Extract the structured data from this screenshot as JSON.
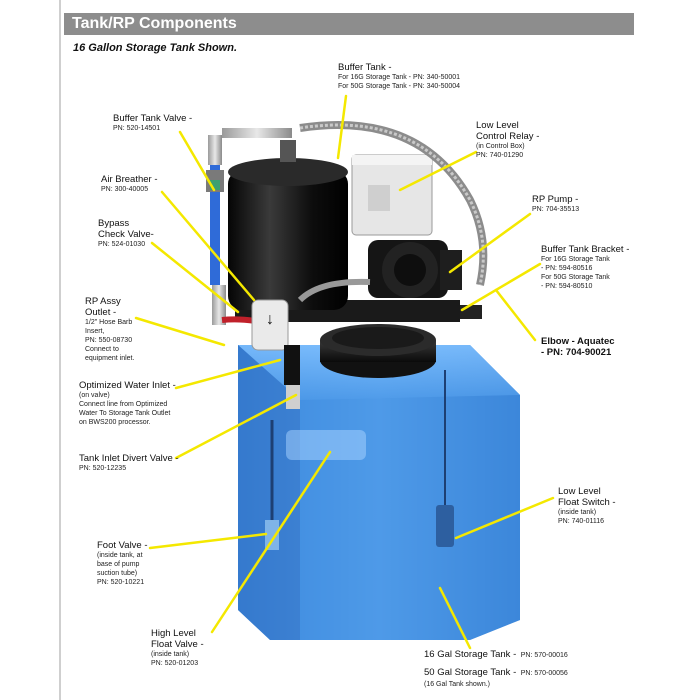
{
  "header": {
    "title": "Tank/RP Components"
  },
  "subtitle": "16 Gallon Storage Tank Shown.",
  "labels": {
    "buffer_tank": {
      "title": "Buffer Tank -",
      "lines": [
        "For 16G Storage Tank - PN: 340-50001",
        "For 50G Storage Tank - PN: 340-50004"
      ]
    },
    "buffer_tank_valve": {
      "title": "Buffer Tank Valve -",
      "lines": [
        "PN: 520-14501"
      ]
    },
    "low_level_control_relay": {
      "title1": "Low Level",
      "title2": "Control Relay -",
      "lines": [
        "(in Control Box)",
        "PN: 740-01290"
      ]
    },
    "air_breather": {
      "title": "Air Breather -",
      "lines": [
        "PN: 300-40005"
      ]
    },
    "rp_pump": {
      "title": "RP Pump -",
      "lines": [
        "PN: 704-35513"
      ]
    },
    "bypass_check_valve": {
      "title1": "Bypass",
      "title2": "Check Valve-",
      "lines": [
        "PN: 524-01030"
      ]
    },
    "buffer_tank_bracket": {
      "title": "Buffer Tank Bracket -",
      "lines": [
        "For 16G Storage Tank",
        "- PN: 594-80516",
        "For 50G Storage Tank",
        "- PN: 594-80510"
      ]
    },
    "rp_assy_outlet": {
      "title1": "RP Assy",
      "title2": "Outlet -",
      "lines": [
        "1/2\" Hose Barb",
        "Insert,",
        "PN: 550-08730",
        "Connect to",
        "equipment inlet."
      ]
    },
    "elbow_aquatec": {
      "title1": "Elbow - Aquatec",
      "title2": "- PN: 704-90021"
    },
    "optimized_water_inlet": {
      "title": "Optimized Water Inlet -",
      "lines": [
        "(on valve)",
        "Connect line from Optimized",
        "Water To Storage Tank Outlet",
        "on BWS200 processor."
      ]
    },
    "tank_inlet_divert_valve": {
      "title": "Tank Inlet Divert Valve -",
      "lines": [
        "PN: 520-12235"
      ]
    },
    "low_level_float_switch": {
      "title1": "Low Level",
      "title2": "Float Switch -",
      "lines": [
        "(inside tank)",
        "PN: 740-01116"
      ]
    },
    "foot_valve": {
      "title": "Foot Valve -",
      "lines": [
        "(inside tank, at",
        "base of pump",
        "suction tube)",
        "PN: 520-10221"
      ]
    },
    "high_level_float_valve": {
      "title1": "High Level",
      "title2": "Float Valve -",
      "lines": [
        "(inside tank)",
        "PN: 520-01203"
      ]
    },
    "storage_tank": {
      "line1_title": "16 Gal Storage Tank -",
      "line1_pn": "PN: 570-00016",
      "line2_title": "50 Gal Storage Tank -",
      "line2_pn": "PN: 570-00056",
      "note": "(16 Gal Tank shown.)"
    }
  },
  "colors": {
    "header_bg": "#8d8d8d",
    "callout": "#f4e800",
    "tank_blue": "#3f8fe0",
    "buffer_black": "#111111"
  }
}
